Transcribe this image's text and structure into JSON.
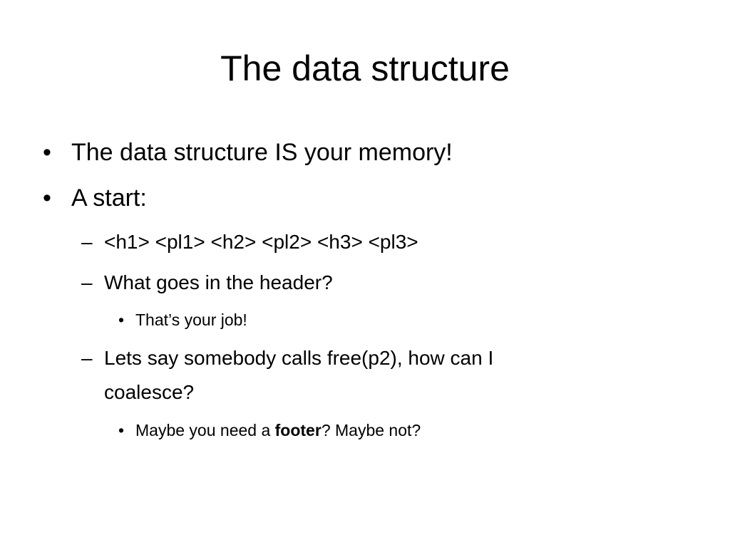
{
  "slide": {
    "title": "The data structure",
    "bullets": {
      "b1": "The data structure IS your memory!",
      "b2": "A start:",
      "b2_1": "<h1> <pl1> <h2> <pl2> <h3> <pl3>",
      "b2_2": "What goes in the header?",
      "b2_2_1": "That’s your job!",
      "b2_3_line1": "Lets say somebody calls free(p2), how can I",
      "b2_3_line2": "coalesce?",
      "b2_3_1_pre": "Maybe you need a ",
      "b2_3_1_bold": "footer",
      "b2_3_1_post": "? Maybe not?"
    },
    "markers": {
      "level1": "•",
      "level2": "–",
      "level3": "•"
    }
  }
}
